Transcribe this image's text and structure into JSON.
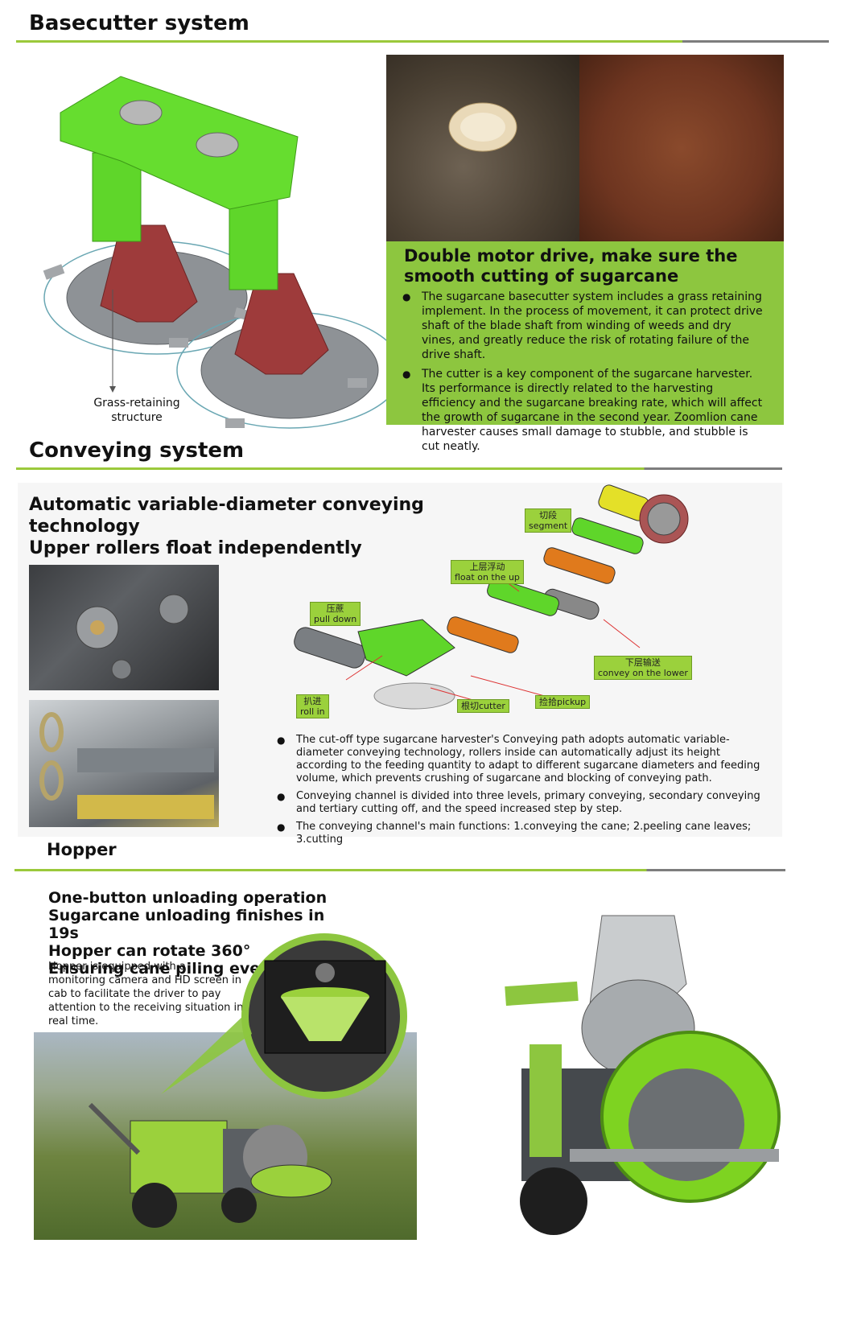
{
  "basecutter": {
    "title": "Basecutter system",
    "diagram_label_line1": "Grass-retaining",
    "diagram_label_line2": "structure",
    "panel_heading_line1": "Double motor drive, make sure the",
    "panel_heading_line2": "smooth cutting of sugarcane",
    "bullets": [
      "The sugarcane basecutter system includes a grass retaining implement. In the process of movement, it can protect drive shaft of the blade shaft from winding of weeds and dry vines, and greatly reduce the risk of rotating failure of the drive shaft.",
      "The cutter is a key component of the sugarcane harvester. Its performance is directly related to the harvesting efficiency and the sugarcane breaking rate, which will affect the growth of sugarcane in the second year.  Zoomlion cane harvester causes small damage to stubble,  and stubble is cut neatly."
    ]
  },
  "conveying": {
    "title": "Conveying system",
    "heading_line1": "Automatic variable-diameter conveying technology",
    "heading_line2": "Upper rollers float independently",
    "tags": {
      "segment_cn": "切段",
      "segment_en": "segment",
      "float_cn": "上层浮动",
      "float_en": "float on the up",
      "pull_cn": "压蔗",
      "pull_en": "pull down",
      "lower_cn": "下层输送",
      "lower_en": "convey on the lower",
      "roll_cn": "扒进",
      "roll_en": "roll in",
      "cutter": "根切cutter",
      "pickup": "捡拾pickup"
    },
    "bullets": [
      "The cut-off type sugarcane harvester's Conveying path adopts automatic variable-diameter conveying technology, rollers inside can automatically adjust its height according to the feeding quantity to adapt to different sugarcane diameters and feeding volume, which prevents crushing of sugarcane and blocking of conveying path.",
      "Conveying channel is divided into three levels, primary conveying, secondary conveying and tertiary cutting off, and the speed increased step by step.",
      "The conveying channel's main functions: 1.conveying the cane; 2.peeling cane leaves; 3.cutting"
    ]
  },
  "hopper": {
    "title": "Hopper",
    "heading_lines": [
      "One-button unloading operation",
      "Sugarcane unloading finishes in 19s",
      "Hopper can rotate 360°",
      "Ensuring cane piling evenly"
    ],
    "body_lines": [
      "Hopper is equipped with a",
      "monitoring camera and HD screen in",
      "cab to facilitate the driver to pay",
      "attention to the receiving situation in",
      "real time."
    ]
  },
  "colors": {
    "accent_green": "#8dc63f",
    "rule_gray": "#7d7d7d"
  }
}
